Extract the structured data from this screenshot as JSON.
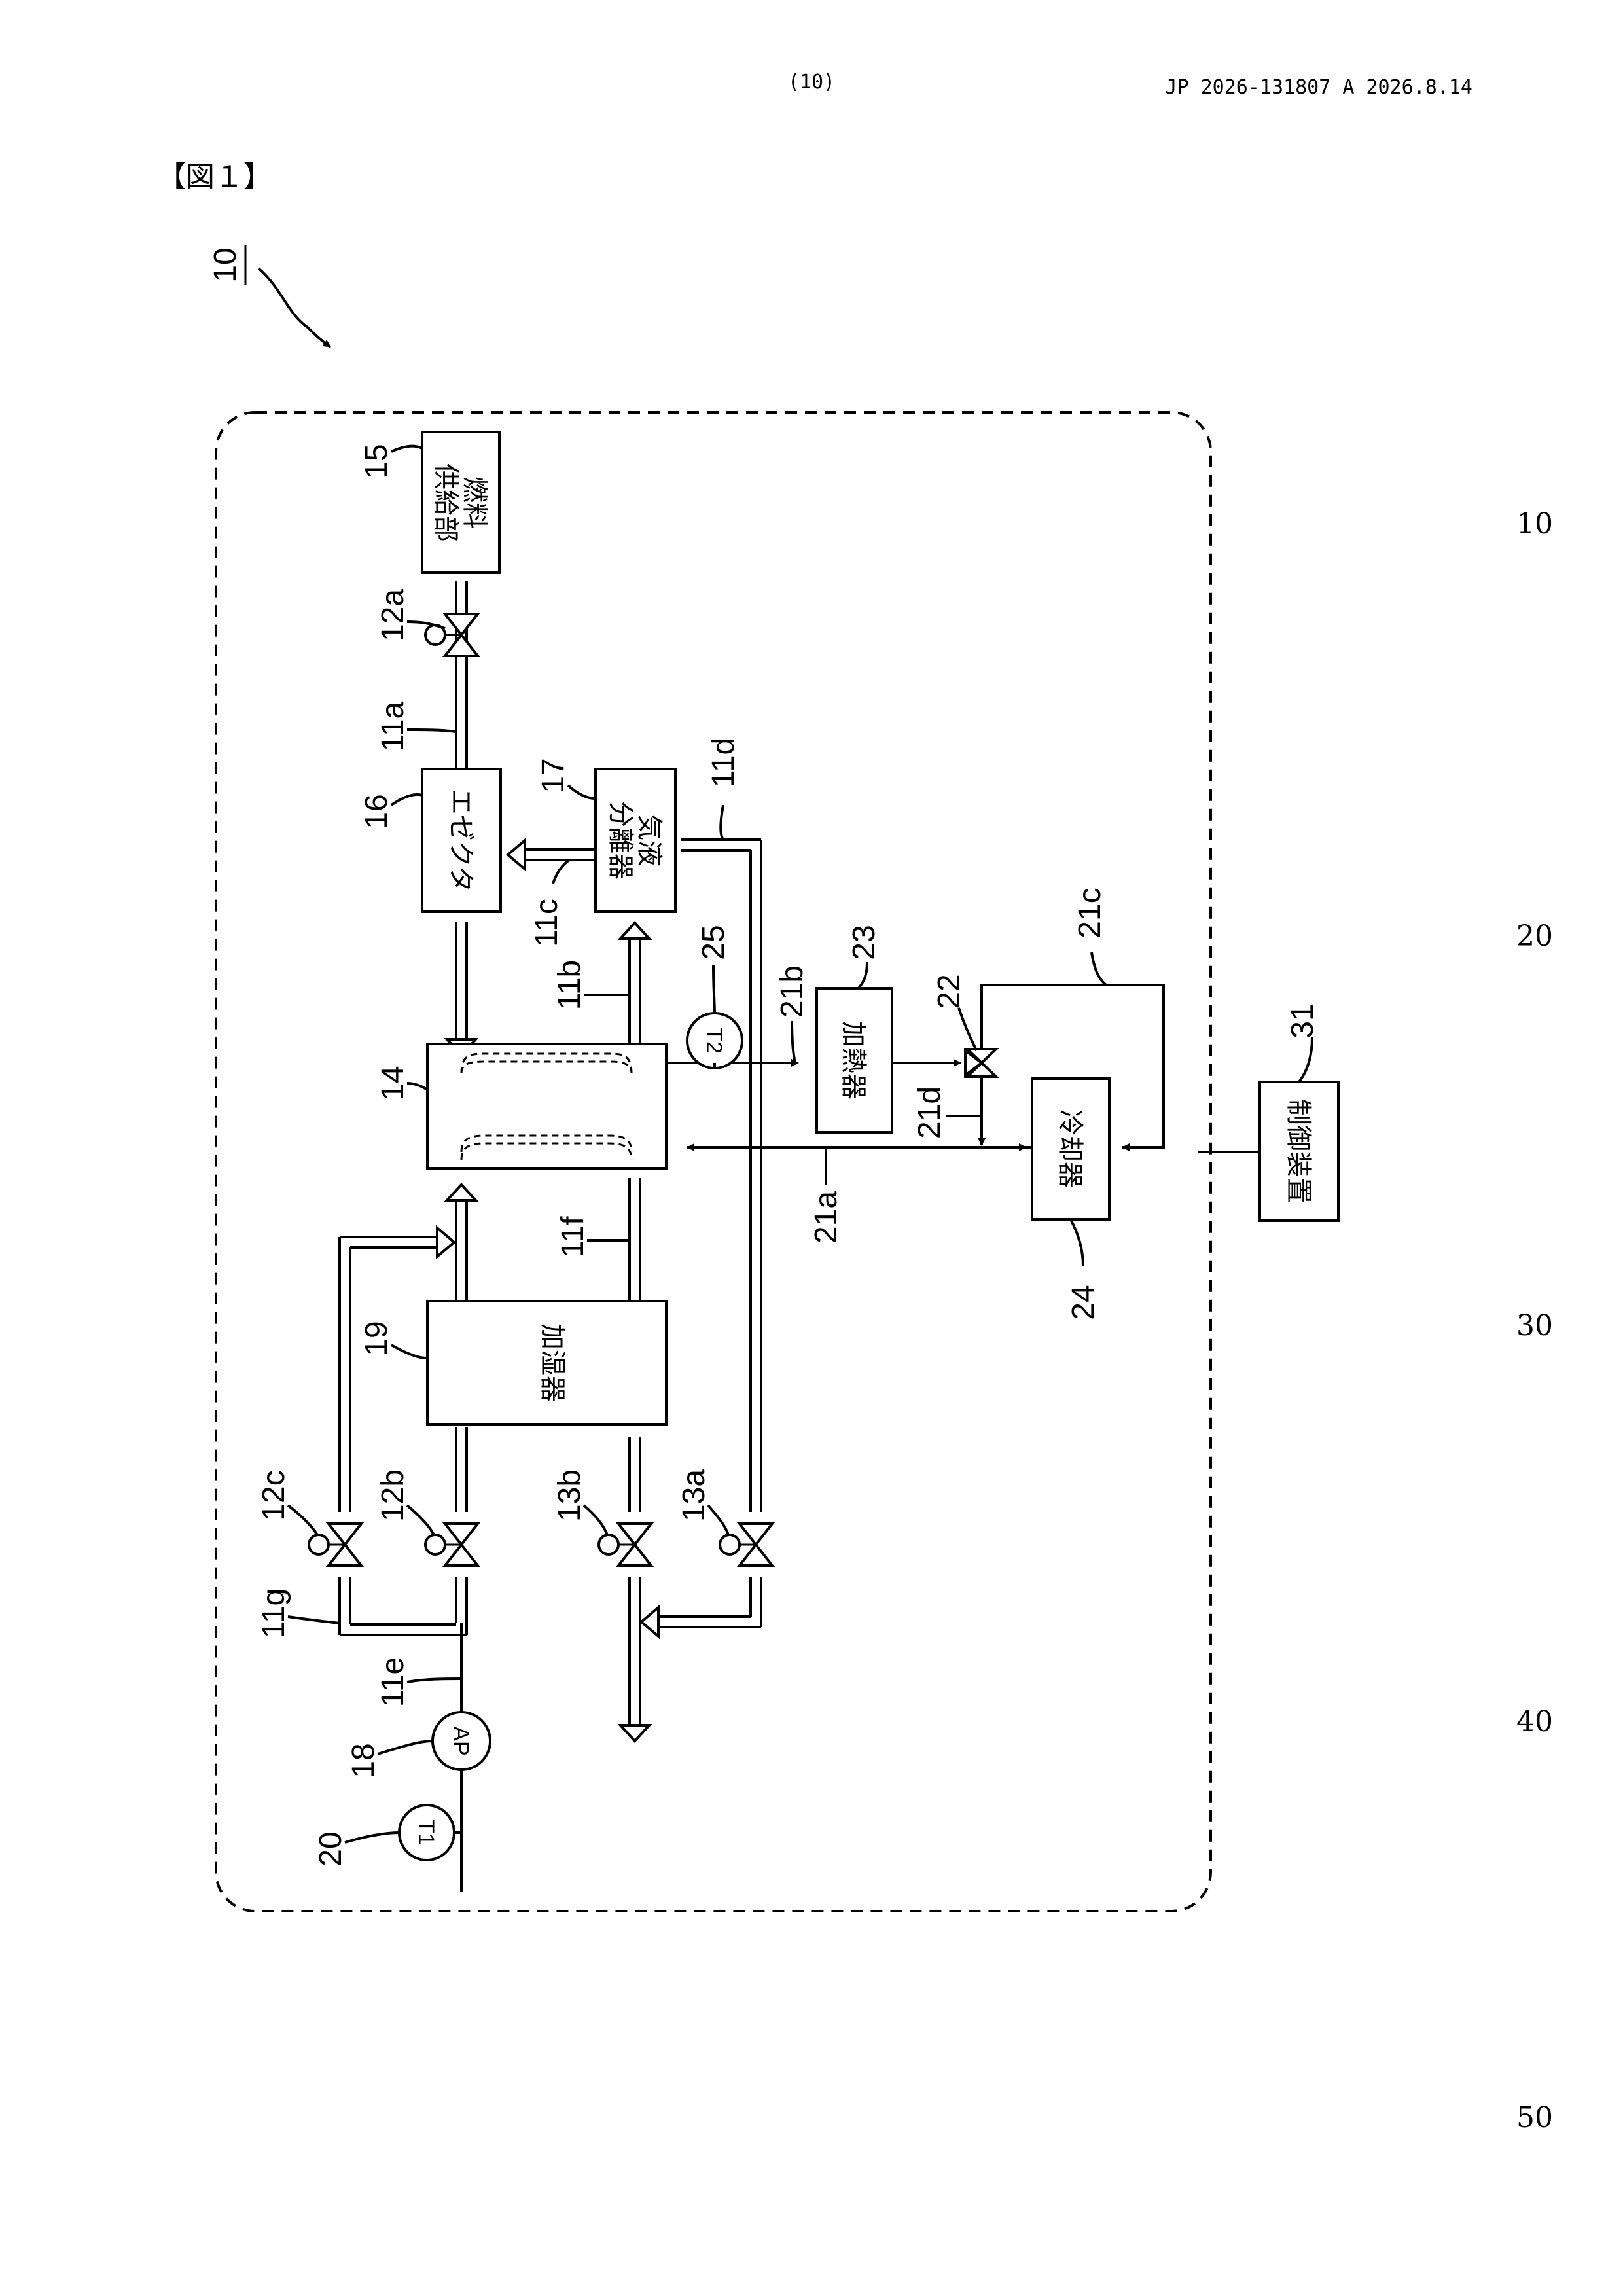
{
  "header": {
    "page_number": "(10)",
    "publication": "JP  2026-131807  A  2026.8.14"
  },
  "figure": {
    "label": "【図１】",
    "main_ref": "10"
  },
  "line_numbers": [
    "10",
    "20",
    "30",
    "40",
    "50"
  ],
  "components": {
    "fuel_supply": {
      "ref": "15",
      "label_lines": [
        "燃料",
        "供給部"
      ]
    },
    "ejector": {
      "ref": "16",
      "label": "エゼクタ"
    },
    "gas_liquid_separator": {
      "ref": "17",
      "label_lines": [
        "気液",
        "分離器"
      ]
    },
    "fuel_cell_stack": {
      "ref": "14"
    },
    "humidifier": {
      "ref": "19",
      "label": "加湿器"
    },
    "heater": {
      "ref": "23",
      "label": "加熱器"
    },
    "cooler": {
      "ref": "24",
      "label": "冷却器"
    },
    "control_device": {
      "ref": "31",
      "label": "制御装置"
    },
    "air_pump": {
      "ref": "18",
      "symbol": "AP"
    },
    "temp_sensor_1": {
      "ref": "20",
      "symbol": "T1"
    },
    "temp_sensor_2": {
      "ref": "25",
      "symbol": "T2"
    },
    "three_way_valve": {
      "ref": "22"
    }
  },
  "valves": [
    "12a",
    "12b",
    "12c",
    "13a",
    "13b"
  ],
  "pipes": [
    "11a",
    "11b",
    "11c",
    "11d",
    "11e",
    "11f",
    "11g",
    "21a",
    "21b",
    "21c",
    "21d"
  ]
}
